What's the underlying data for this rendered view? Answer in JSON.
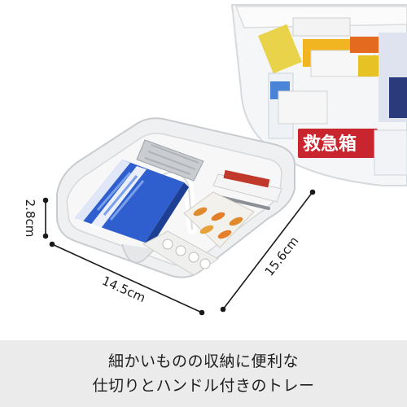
{
  "dimensions": {
    "height": "2.8cm",
    "width": "14.5cm",
    "depth": "15.6cm"
  },
  "box_label": "救急箱",
  "caption": {
    "line1": "細かいものの収納に便利な",
    "line2": "仕切りとハンドル付きのトレー"
  },
  "colors": {
    "tray": "#f1f1f1",
    "accent_blue": "#2f5fcf",
    "box_red": "#c8252e",
    "caption_bg": "#ebebeb"
  }
}
